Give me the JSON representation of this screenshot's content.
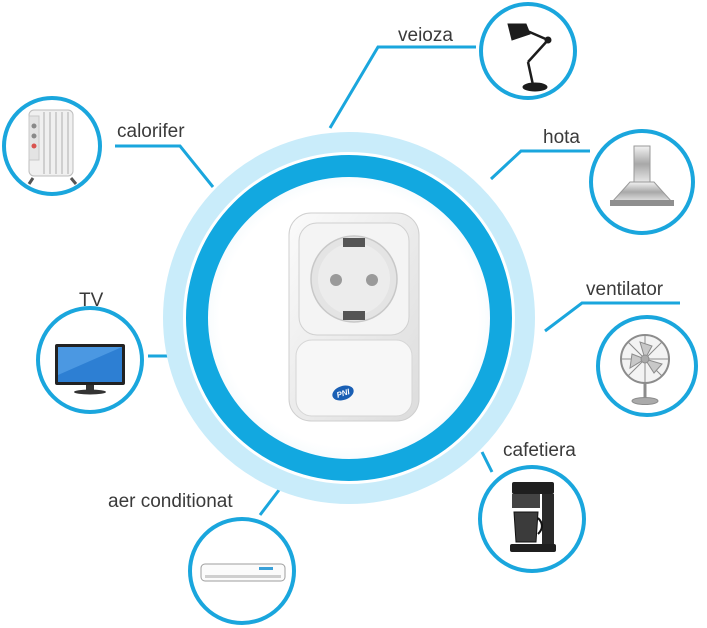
{
  "title": "",
  "center": {
    "device": "smart plug",
    "brand": "PNI",
    "ring_colors": {
      "outer": "#c9ecfa",
      "inner": "#12a8e0"
    }
  },
  "accent_color": "#1aa6dd",
  "appliances": [
    {
      "id": "veioza",
      "label": "veioza",
      "icon": "desk-lamp-icon"
    },
    {
      "id": "calorifer",
      "label": "calorifer",
      "icon": "oil-radiator-icon"
    },
    {
      "id": "hota",
      "label": "hota",
      "icon": "cooker-hood-icon"
    },
    {
      "id": "tv",
      "label": "TV",
      "icon": "tv-icon"
    },
    {
      "id": "ventilator",
      "label": "ventilator",
      "icon": "desk-fan-icon"
    },
    {
      "id": "cafetiera",
      "label": "cafetiera",
      "icon": "coffee-maker-icon"
    },
    {
      "id": "aer-conditionat",
      "label": "aer conditionat",
      "icon": "air-conditioner-icon"
    }
  ]
}
